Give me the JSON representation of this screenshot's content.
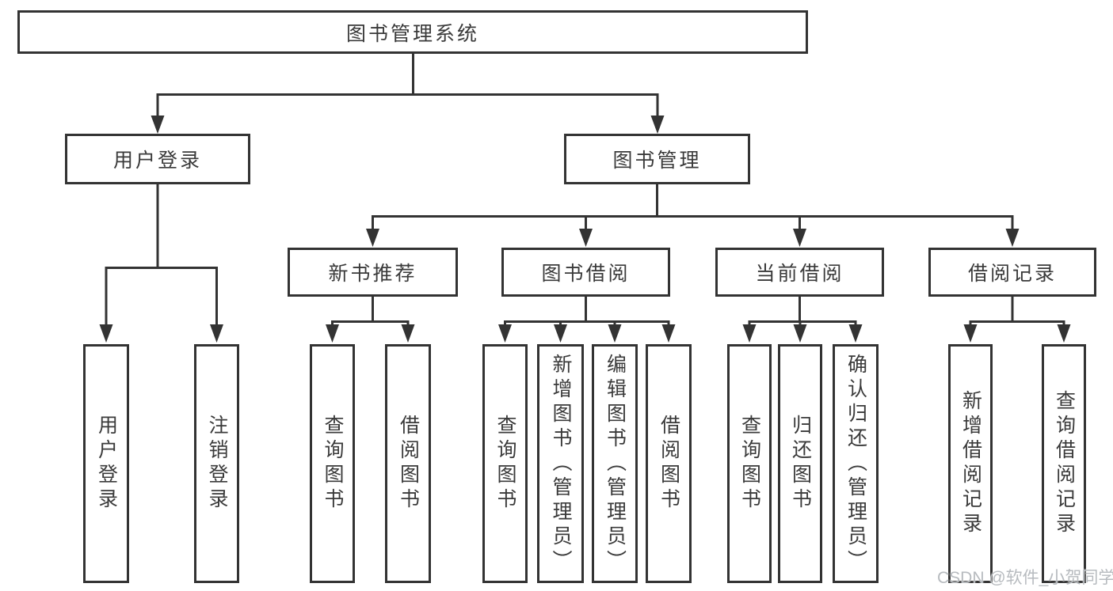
{
  "tree": {
    "label": "图书管理系统",
    "children": [
      {
        "label": "用户登录",
        "children": [
          {
            "label": "用户登录"
          },
          {
            "label": "注销登录"
          }
        ]
      },
      {
        "label": "图书管理",
        "children": [
          {
            "label": "新书推荐",
            "children": [
              {
                "label": "查询图书"
              },
              {
                "label": "借阅图书"
              }
            ]
          },
          {
            "label": "图书借阅",
            "children": [
              {
                "label": "查询图书"
              },
              {
                "label": "新增图书（管理员）"
              },
              {
                "label": "编辑图书（管理员）"
              },
              {
                "label": "借阅图书"
              }
            ]
          },
          {
            "label": "当前借阅",
            "children": [
              {
                "label": "查询图书"
              },
              {
                "label": "归还图书"
              },
              {
                "label": "确认归还（管理员）"
              }
            ]
          },
          {
            "label": "借阅记录",
            "children": [
              {
                "label": "新增借阅记录"
              },
              {
                "label": "查询借阅记录"
              }
            ]
          }
        ]
      }
    ]
  },
  "watermark": "CSDN @软件_小贺同学",
  "colors": {
    "line": "#333333",
    "text": "#3a3a3a",
    "watermark": "#b7bbbf",
    "background": "#ffffff"
  }
}
